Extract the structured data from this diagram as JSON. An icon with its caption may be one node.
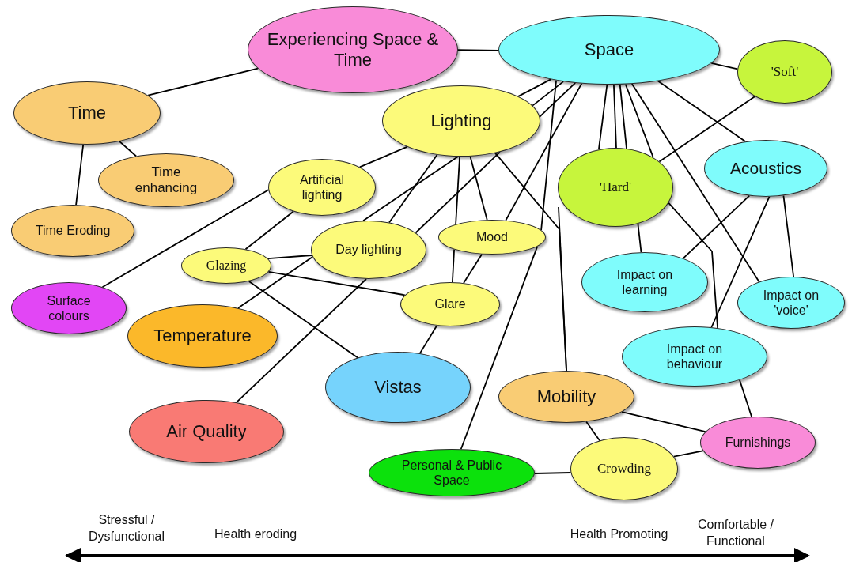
{
  "diagram": {
    "nodes": [
      {
        "text": [
          "Experiencing Space & Time"
        ]
      },
      {
        "text": [
          "Space"
        ]
      },
      {
        "text": [
          "'Soft'"
        ]
      },
      {
        "text": [
          "Time"
        ]
      },
      {
        "text": [
          "Lighting"
        ]
      },
      {
        "text": [
          "Time enhancing"
        ]
      },
      {
        "text": [
          "Artificial lighting"
        ]
      },
      {
        "text": [
          "'Hard'"
        ]
      },
      {
        "text": [
          "Acoustics"
        ]
      },
      {
        "text": [
          "Time Eroding"
        ]
      },
      {
        "text": [
          "Glazing"
        ]
      },
      {
        "text": [
          "Day lighting"
        ]
      },
      {
        "text": [
          "Mood"
        ]
      },
      {
        "text": [
          "Impact on learning"
        ]
      },
      {
        "text": [
          "Impact on 'voice'"
        ]
      },
      {
        "text": [
          "Surface colours"
        ]
      },
      {
        "text": [
          "Glare"
        ]
      },
      {
        "text": [
          "Temperature"
        ]
      },
      {
        "text": [
          "Impact on behaviour"
        ]
      },
      {
        "text": [
          "Vistas"
        ]
      },
      {
        "text": [
          "Mobility"
        ]
      },
      {
        "text": [
          "Air Quality"
        ]
      },
      {
        "text": [
          "Furnishings"
        ]
      },
      {
        "text": [
          "Personal & Public Space"
        ]
      },
      {
        "text": [
          "Crowding"
        ]
      }
    ],
    "edges": [
      {
        "from": 3,
        "to": 0,
        "arrow": "none"
      },
      {
        "from": 0,
        "to": 1,
        "arrow": "none"
      },
      {
        "from": 3,
        "to": 5,
        "arrow": "none"
      },
      {
        "from": 3,
        "to": 9,
        "arrow": "none"
      },
      {
        "from": 1,
        "to": 2,
        "arrow": "none"
      },
      {
        "from": 1,
        "to": 4,
        "arrow": "none"
      },
      {
        "from": 15,
        "to": 6,
        "arrow": "none"
      },
      {
        "from": 6,
        "to": 4,
        "arrow": "none"
      },
      {
        "from": 4,
        "to": 1,
        "arrow": "none"
      },
      {
        "from": 4,
        "to": 1,
        "arrow": "none"
      },
      {
        "from": 17,
        "to": 11,
        "arrow": "none"
      },
      {
        "from": 11,
        "to": 4,
        "arrow": "none"
      },
      {
        "from": 21,
        "to": 11,
        "arrow": "none"
      },
      {
        "from": 11,
        "to": 4,
        "arrow": "none"
      },
      {
        "from": 12,
        "to": 1,
        "arrow": "none"
      },
      {
        "from": 23,
        "to": 12,
        "arrow": "none"
      },
      {
        "from": 12,
        "to": 1,
        "arrow": "none"
      },
      {
        "from": 20,
        "to": 7,
        "arrow": "none"
      },
      {
        "from": 7,
        "to": 1,
        "arrow": "none"
      },
      {
        "from": 4,
        "to": 20,
        "arrow": "none"
      },
      {
        "from": 7,
        "to": 1,
        "arrow": "none"
      },
      {
        "from": 7,
        "to": 1,
        "arrow": "none"
      },
      {
        "from": 7,
        "to": 13,
        "arrow": "none"
      },
      {
        "from": 7,
        "to": 18,
        "arrow": "none"
      },
      {
        "from": 7,
        "to": 1,
        "arrow": "none"
      },
      {
        "from": 14,
        "to": 1,
        "arrow": "none"
      },
      {
        "from": 8,
        "to": 1,
        "arrow": "none"
      },
      {
        "from": 2,
        "to": 7,
        "arrow": "none"
      },
      {
        "from": 8,
        "to": 13,
        "arrow": "none"
      },
      {
        "from": 8,
        "to": 18,
        "arrow": "none"
      },
      {
        "from": 8,
        "to": 14,
        "arrow": "none"
      },
      {
        "from": 18,
        "to": 22,
        "arrow": "none"
      },
      {
        "from": 20,
        "to": 22,
        "arrow": "none"
      },
      {
        "from": 20,
        "to": 24,
        "arrow": "none"
      },
      {
        "from": 24,
        "to": 22,
        "arrow": "none"
      },
      {
        "from": 23,
        "to": 24,
        "arrow": "none"
      },
      {
        "from": 6,
        "to": 10,
        "arrow": "none"
      },
      {
        "from": 4,
        "to": 11,
        "arrow": "none"
      },
      {
        "from": 4,
        "to": 12,
        "arrow": "none"
      },
      {
        "from": 12,
        "to": 16,
        "arrow": "none"
      },
      {
        "from": 4,
        "to": 12,
        "arrow": "none"
      },
      {
        "from": 12,
        "to": 16,
        "arrow": "none"
      },
      {
        "from": 10,
        "to": 11,
        "arrow": "none"
      },
      {
        "from": 10,
        "to": 16,
        "arrow": "none"
      },
      {
        "from": 10,
        "to": 19,
        "arrow": "none"
      },
      {
        "from": 16,
        "to": 19,
        "arrow": "none"
      }
    ],
    "labels": [
      "Stressful / Dysfunctional",
      "Health eroding",
      "Health Promoting",
      "Comfortable / Functional"
    ]
  }
}
